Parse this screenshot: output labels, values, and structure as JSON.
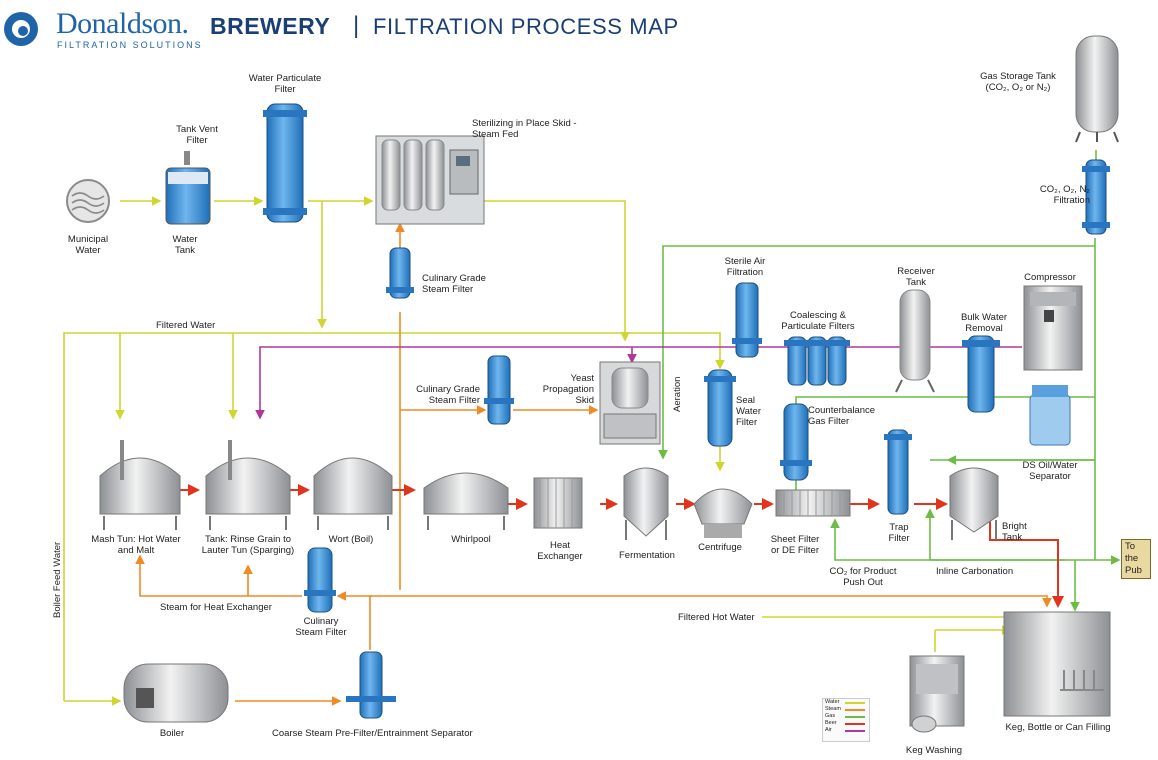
{
  "header": {
    "logo_name": "Donaldson.",
    "logo_sub": "FILTRATION SOLUTIONS",
    "title_bold": "BREWERY",
    "separator": "|",
    "title_rest": "FILTRATION PROCESS MAP"
  },
  "colors": {
    "water": "#cfd630",
    "steam": "#f08a24",
    "gas": "#6cbd45",
    "beer": "#e2331c",
    "air": "#b0389a",
    "equipment_blue": "#3b8fd6",
    "brand": "#1f63a8"
  },
  "labels": {
    "municipal_water": [
      "Municipal",
      "Water"
    ],
    "tank_vent_filter": [
      "Tank Vent",
      "Filter"
    ],
    "water_tank": [
      "Water",
      "Tank"
    ],
    "water_particulate_filter": [
      "Water Particulate",
      "Filter"
    ],
    "sip_skid": [
      "Sterilizing in Place Skid -",
      "Steam Fed"
    ],
    "culinary_steam_filter_top": [
      "Culinary Grade",
      "Steam Filter"
    ],
    "filtered_water": "Filtered Water",
    "culinary_steam_filter_mid": [
      "Culinary Grade",
      "Steam Filter"
    ],
    "yeast_skid": [
      "Yeast",
      "Propagation",
      "Skid"
    ],
    "aeration": "Aeration",
    "sterile_air": [
      "Sterile Air",
      "Filtration"
    ],
    "seal_water_filter": [
      "Seal",
      "Water",
      "Filter"
    ],
    "coalescing_filters": [
      "Coalescing &",
      "Particulate Filters"
    ],
    "receiver_tank": [
      "Receiver",
      "Tank"
    ],
    "bulk_water_removal": [
      "Bulk Water",
      "Removal"
    ],
    "compressor": "Compressor",
    "gas_storage_tank": [
      "Gas Storage Tank",
      "(CO₂, O₂ or N₂)"
    ],
    "gas_filtration": [
      "CO₂, O₂, N₂",
      "Filtration"
    ],
    "counterbalance_filter": [
      "Counterbalance",
      "Gas Filter"
    ],
    "ds_separator": [
      "DS Oil/Water",
      "Separator"
    ],
    "mash_tun": [
      "Mash Tun: Hot Water",
      "and Malt"
    ],
    "lauter_tun": [
      "Tank: Rinse Grain to",
      "Lauter Tun (Sparging)"
    ],
    "wort": "Wort (Boil)",
    "whirlpool": "Whirlpool",
    "heat_exchanger": [
      "Heat",
      "Exchanger"
    ],
    "fermentation": "Fermentation",
    "centrifuge": "Centrifuge",
    "sheet_filter": [
      "Sheet Filter",
      "or DE Filter"
    ],
    "trap_filter": [
      "Trap",
      "Filter"
    ],
    "bright_tank": [
      "Bright",
      "Tank"
    ],
    "to_the_pub": [
      "To",
      "the",
      "Pub"
    ],
    "co2_push_out": [
      "CO₂ for Product",
      "Push Out"
    ],
    "inline_carbonation": "Inline Carbonation",
    "boiler_feed_water": "Boiler Feed Water",
    "steam_heat_exchanger": "Steam for Heat Exchanger",
    "culinary_steam_filter_low": [
      "Culinary",
      "Steam Filter"
    ],
    "filtered_hot_water": "Filtered Hot Water",
    "boiler": "Boiler",
    "coarse_steam": "Coarse Steam Pre-Filter/Entrainment Separator",
    "keg_washing": "Keg Washing",
    "keg_filling": "Keg, Bottle or Can Filling"
  },
  "legend": [
    {
      "label": "Water",
      "color": "#cfd630"
    },
    {
      "label": "Steam",
      "color": "#f08a24"
    },
    {
      "label": "Gas",
      "color": "#6cbd45"
    },
    {
      "label": "Beer",
      "color": "#e2331c"
    },
    {
      "label": "Air",
      "color": "#b0389a"
    }
  ]
}
